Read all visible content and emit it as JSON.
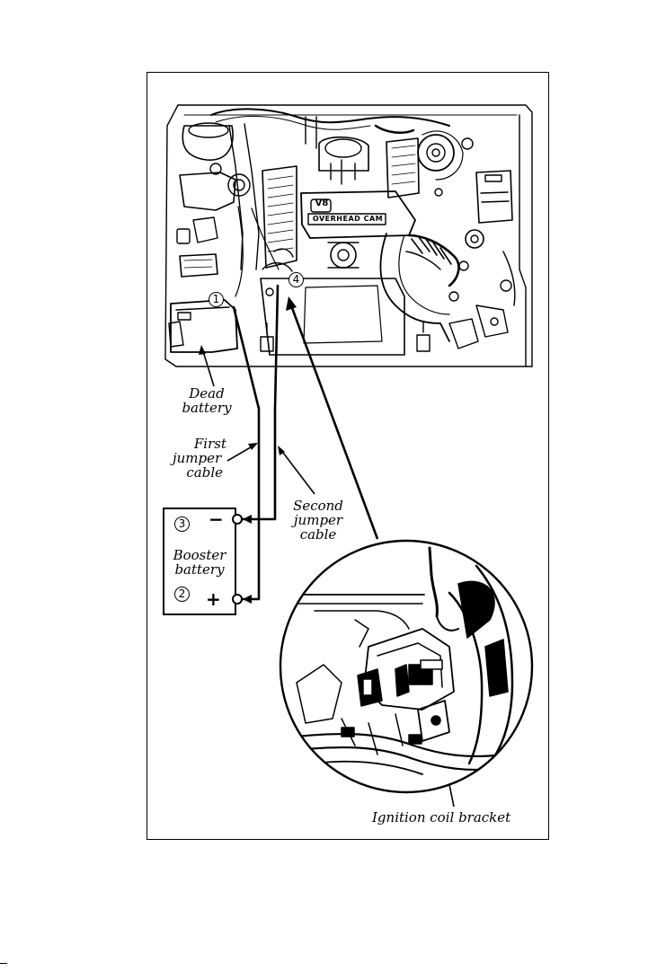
{
  "labels": {
    "dead_battery": [
      "Dead",
      "battery"
    ],
    "first_cable": [
      "First",
      "jumper",
      "cable"
    ],
    "second_cable": [
      "Second",
      "jumper",
      "cable"
    ],
    "booster_battery": [
      "Booster",
      "battery"
    ],
    "ignition_bracket": "Ignition coil bracket",
    "engine_badge_top": "V8",
    "engine_badge_text": "OVERHEAD CAM"
  },
  "steps": {
    "one": "1",
    "two": "2",
    "three": "3",
    "four": "4"
  },
  "terminals": {
    "negative": "−",
    "positive": "+"
  }
}
